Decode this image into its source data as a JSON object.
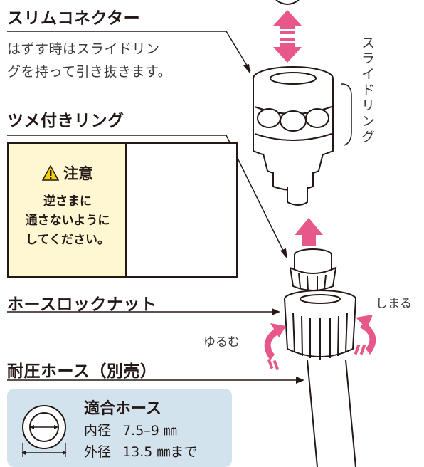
{
  "labels": {
    "slim_connector": "スリムコネクター",
    "slim_desc_1": "はずす時はスライドリン",
    "slim_desc_2": "グを持って引き抜きます。",
    "slide_ring": "スライドリング",
    "claw_ring": "ツメ付きリング",
    "hose_lock_nut": "ホースロックナット",
    "pressure_hose": "耐圧ホース（別売）",
    "tighten": "しまる",
    "loosen": "ゆるむ"
  },
  "caution": {
    "title": "注意",
    "line1": "逆さまに",
    "line2": "通さないように",
    "line3": "してください。"
  },
  "hose_spec": {
    "title": "適合ホース",
    "inner_label": "内径",
    "inner_value": "7.5–9 ㎜",
    "outer_label": "外径",
    "outer_value": "13.5 ㎜まで"
  },
  "colors": {
    "arrow_pink": "#e8578a",
    "caution_bg": "#fff6d2",
    "hose_box_bg": "#d3e3ee",
    "cross_pink": "#f2c9d5",
    "warning_yellow": "#f5d000"
  }
}
